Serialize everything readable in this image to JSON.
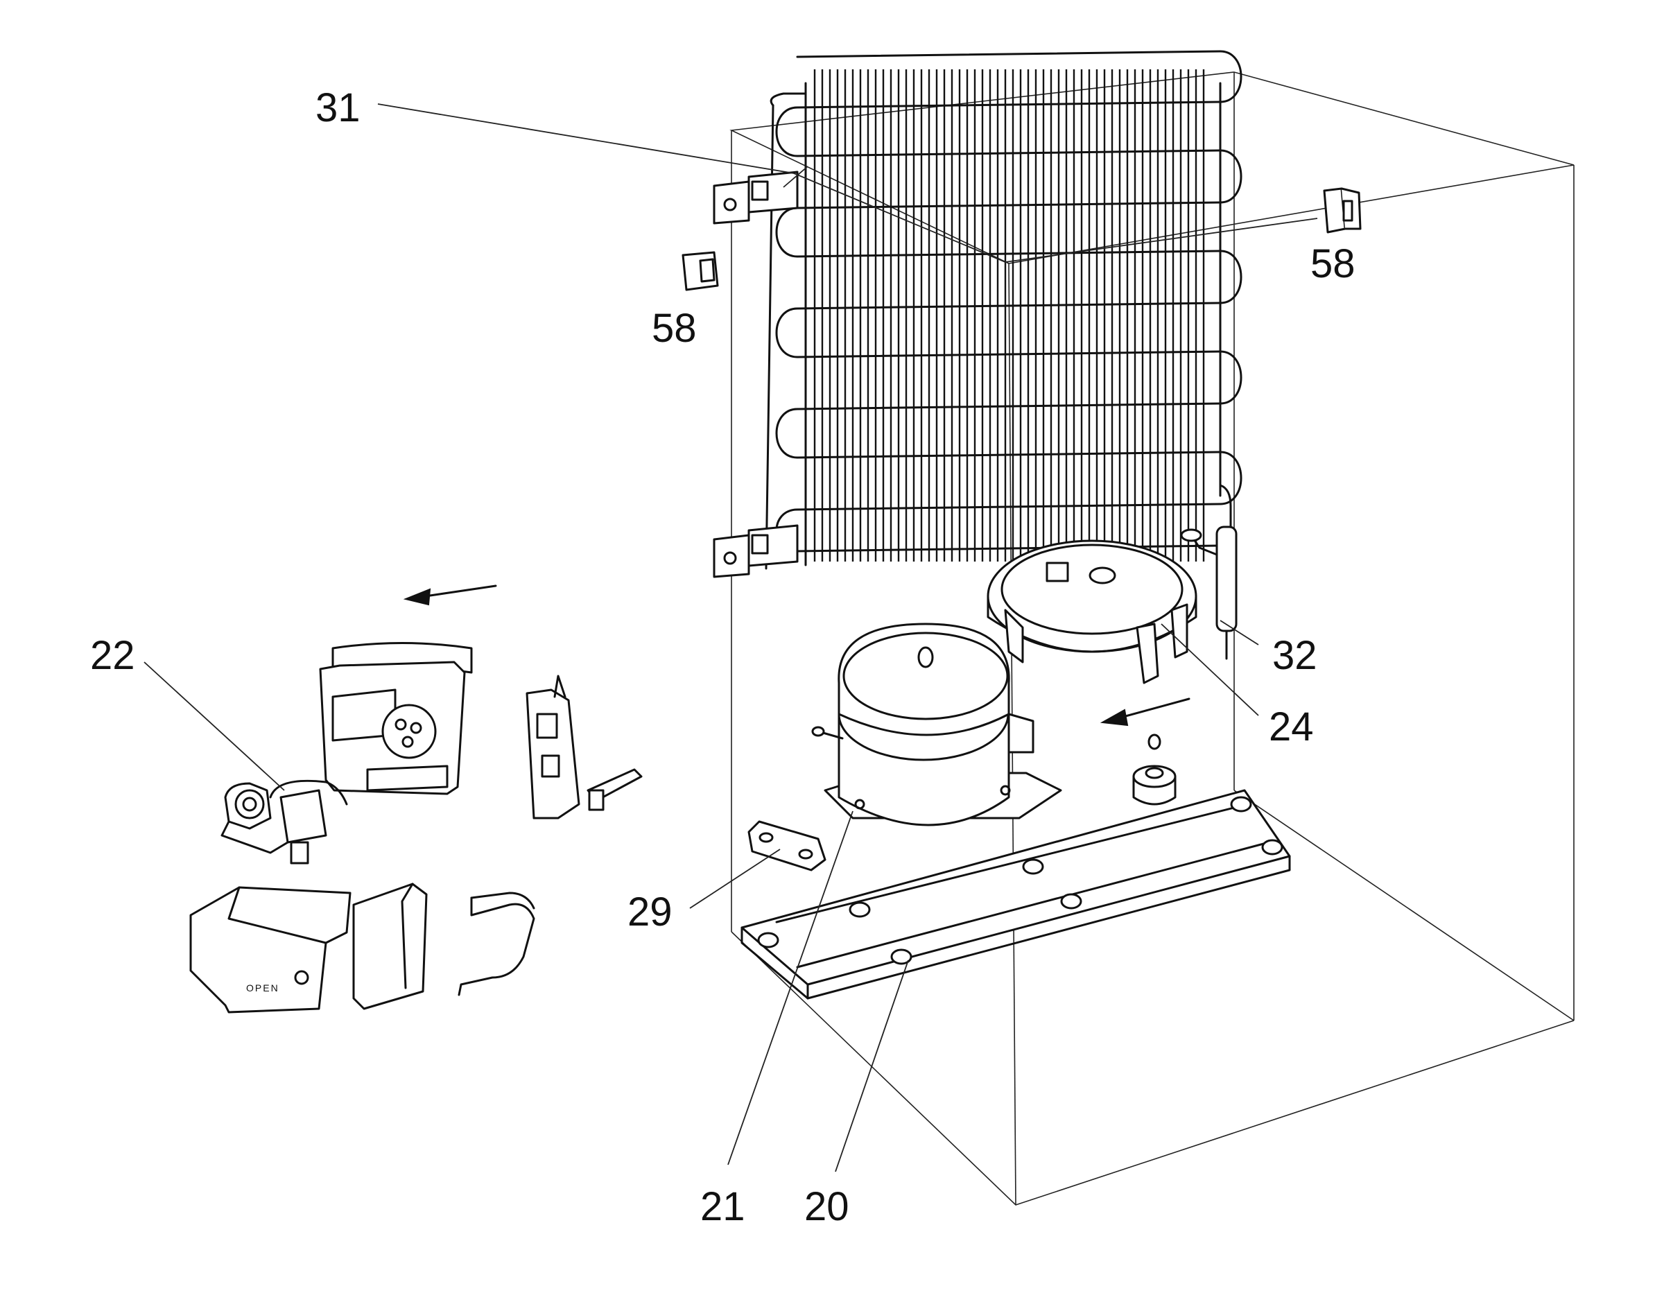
{
  "callouts": {
    "c31": "31",
    "c58_left": "58",
    "c58_right": "58",
    "c22": "22",
    "c32": "32",
    "c24": "24",
    "c29": "29",
    "c21": "21",
    "c20": "20"
  },
  "relay_cover_text": "OPEN"
}
